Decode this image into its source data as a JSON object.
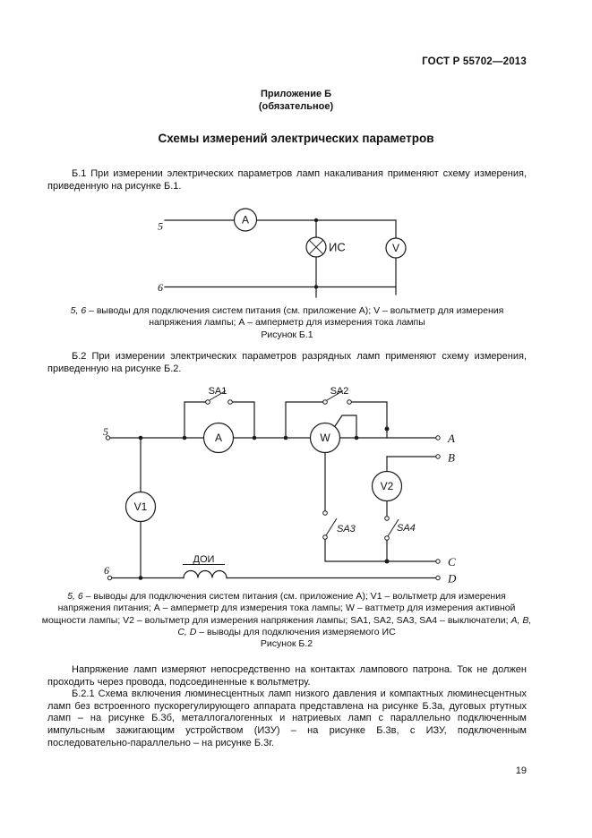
{
  "page": {
    "header": "ГОСТ Р 55702—2013",
    "number": "19"
  },
  "appendix": {
    "title": "Приложение Б",
    "subtitle": "(обязательное)",
    "heading": "Схемы измерений электрических параметров"
  },
  "paragraphs": {
    "b1": "Б.1 При измерении электрических параметров ламп накаливания применяют схему измерения, приведенную на рисунке Б.1.",
    "b2": "Б.2 При измерении электрических параметров разрядных ламп применяют схему измерения, приведенную на рисунке Б.2.",
    "voltage_note": "Напряжение ламп измеряют непосредственно на контактах лампового патрона. Ток не должен проходить через провода, подсоединенные к вольтметру.",
    "b21": "Б.2.1 Схема включения люминесцентных ламп низкого давления и компактных люминесцентных ламп без встроенного пускорегулирующего аппарата представлена на рисунке Б.3а, дуговых ртутных ламп – на рисунке Б.3б, металлогалогенных и натриевых ламп с параллельно подключенным импульсным зажигающим устройством (ИЗУ) – на рисунке Б.3в, с ИЗУ, подключенным последовательно-параллельно – на рисунке Б.3г."
  },
  "figure_b1": {
    "labels": {
      "terminal_5": "5",
      "terminal_6": "6",
      "ammeter": "A",
      "lamp": "ИС",
      "voltmeter": "V"
    },
    "caption": {
      "leads_italic": "5, 6",
      "leads_rest": " – выводы для подключения систем питания (см. приложение А); V – вольтметр для измерения напряжения лампы; А – амперметр для измерения тока лампы"
    },
    "figure_label": "Рисунок Б.1"
  },
  "figure_b2": {
    "labels": {
      "terminal_5": "5",
      "terminal_6": "6",
      "switch_sa1": "SA1",
      "switch_sa2": "SA2",
      "switch_sa3": "SA3",
      "switch_sa4": "SA4",
      "ammeter": "A",
      "wattmeter": "W",
      "voltmeter_v1": "V1",
      "voltmeter_v2": "V2",
      "ballast": "ДОИ",
      "output_a": "A",
      "output_b": "B",
      "output_c": "C",
      "output_d": "D"
    },
    "caption": {
      "leads_italic": "5, 6",
      "leads_rest": " – выводы для подключения систем питания (см. приложение А); V1 – вольтметр для измерения напряжения питания; А – амперметр для измерения тока лампы; W – ваттметр для измерения активной мощности лампы; V2 – вольтметр для измерения напряжения лампы; SA1, SA2, SA3, SA4 – выключатели; ",
      "outputs_italic": "A, B, C, D",
      "outputs_rest": " – выводы для подключения измеряемого ИС"
    },
    "figure_label": "Рисунок Б.2"
  }
}
